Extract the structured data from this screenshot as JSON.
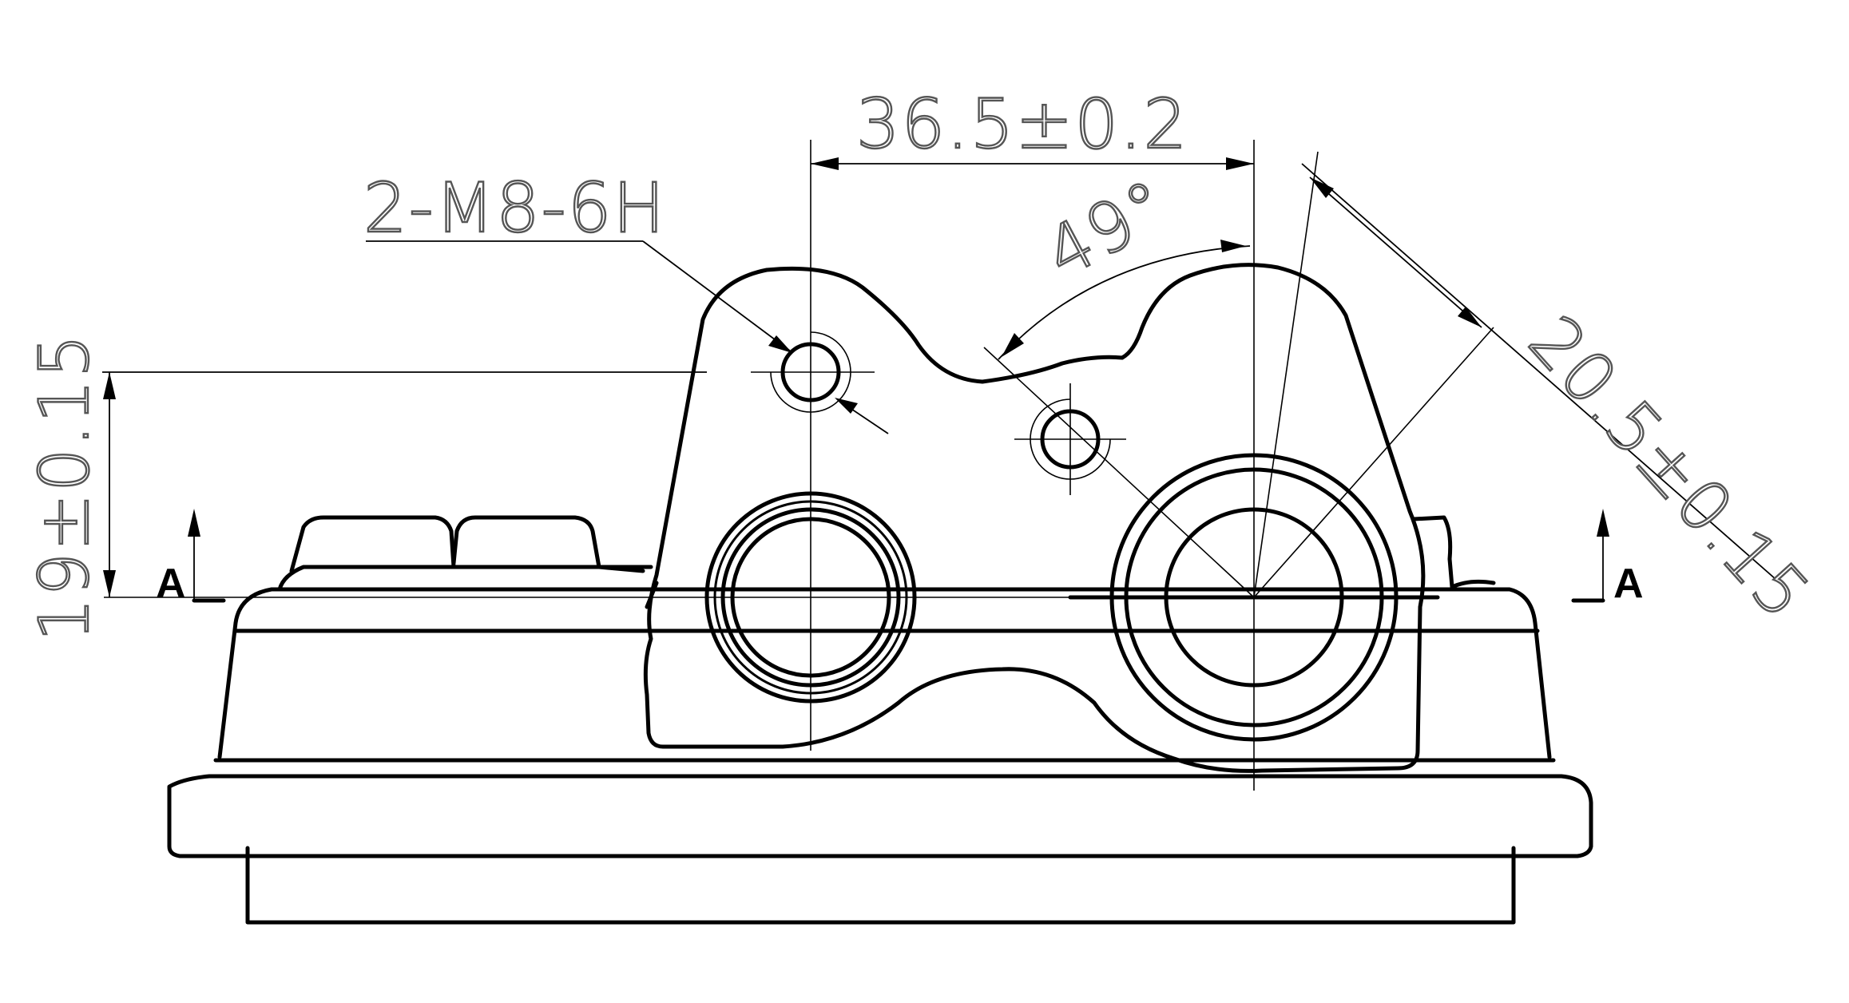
{
  "drawing": {
    "dimensions": {
      "horizontal": "36.5±0.2",
      "thread": "2-M8-6H",
      "angle": "49°",
      "diagonal": "20.5±0.15",
      "vertical": "19±0.15"
    },
    "section_marks": {
      "left": "A",
      "right": "A"
    }
  }
}
